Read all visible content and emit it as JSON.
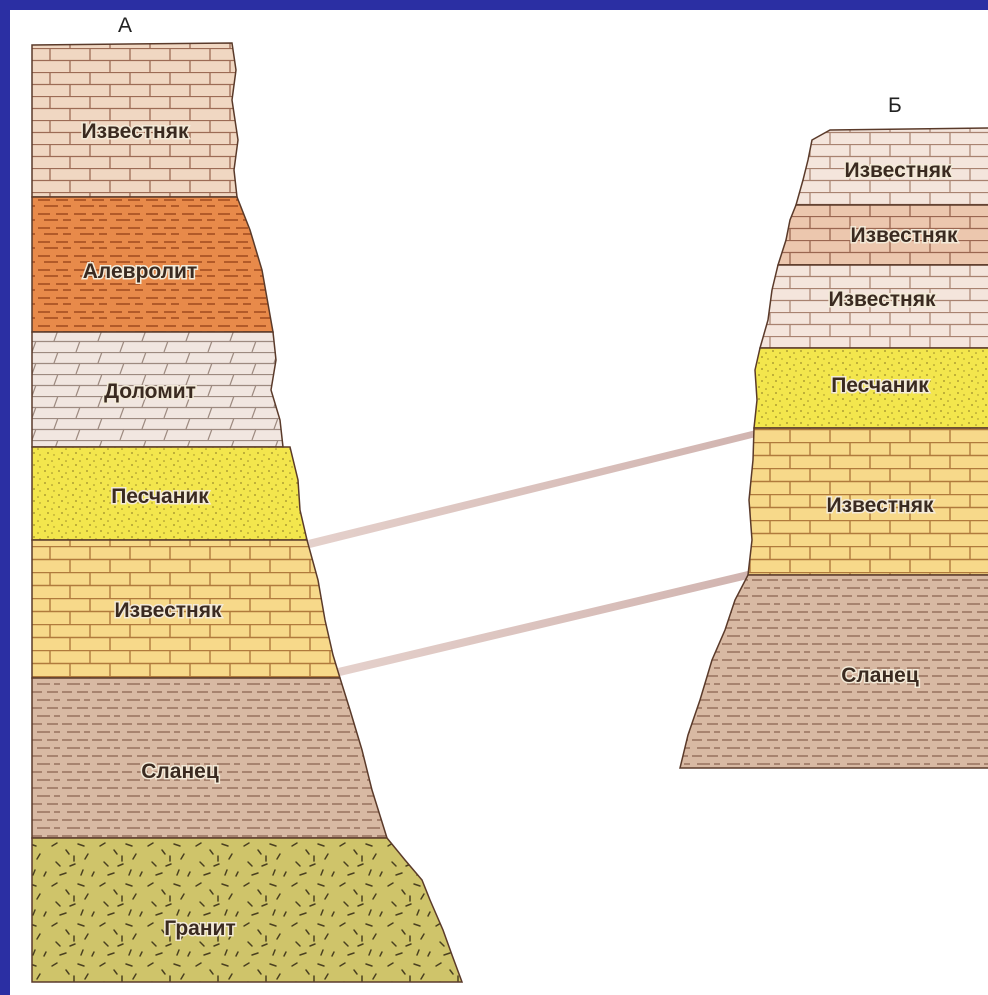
{
  "column_a": {
    "title": "А",
    "layers": [
      {
        "name": "Известняк",
        "rock": "limestone"
      },
      {
        "name": "Алевролит",
        "rock": "siltstone"
      },
      {
        "name": "Доломит",
        "rock": "dolomite"
      },
      {
        "name": "Песчаник",
        "rock": "sandstone"
      },
      {
        "name": "Известняк",
        "rock": "limestone"
      },
      {
        "name": "Сланец",
        "rock": "shale"
      },
      {
        "name": "Гранит",
        "rock": "granite"
      }
    ]
  },
  "column_b": {
    "title": "Б",
    "layers": [
      {
        "name": "Известняк",
        "rock": "limestone"
      },
      {
        "name": "Известняк",
        "rock": "limestone"
      },
      {
        "name": "Известняк",
        "rock": "limestone"
      },
      {
        "name": "Песчаник",
        "rock": "sandstone"
      },
      {
        "name": "Известняк",
        "rock": "limestone"
      },
      {
        "name": "Сланец",
        "rock": "shale"
      }
    ]
  },
  "colors": {
    "frame": "#2b2fa3",
    "limestone_light": "#f0d7c2",
    "limestone_pale": "#f3e4dc",
    "limestone_yellow": "#f7d98a",
    "siltstone": "#e88a4a",
    "dolomite": "#f1e6e0",
    "sandstone": "#f3e64d",
    "shale": "#d8b9a3",
    "granite": "#cfc46a"
  }
}
